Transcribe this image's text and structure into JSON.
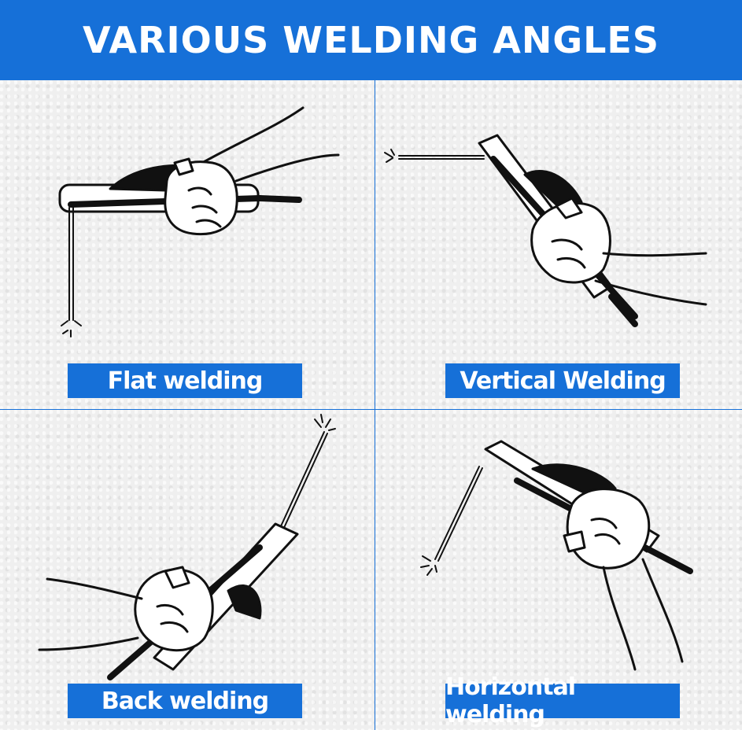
{
  "header": {
    "title": "VARIOUS WELDING ANGLES"
  },
  "panels": [
    {
      "label": "Flat welding"
    },
    {
      "label": "Vertical Welding"
    },
    {
      "label": "Back welding"
    },
    {
      "label": "Horizontal welding"
    }
  ],
  "colors": {
    "brand_blue": "#1670d8",
    "label_text": "#ffffff",
    "background": "#efefef"
  }
}
